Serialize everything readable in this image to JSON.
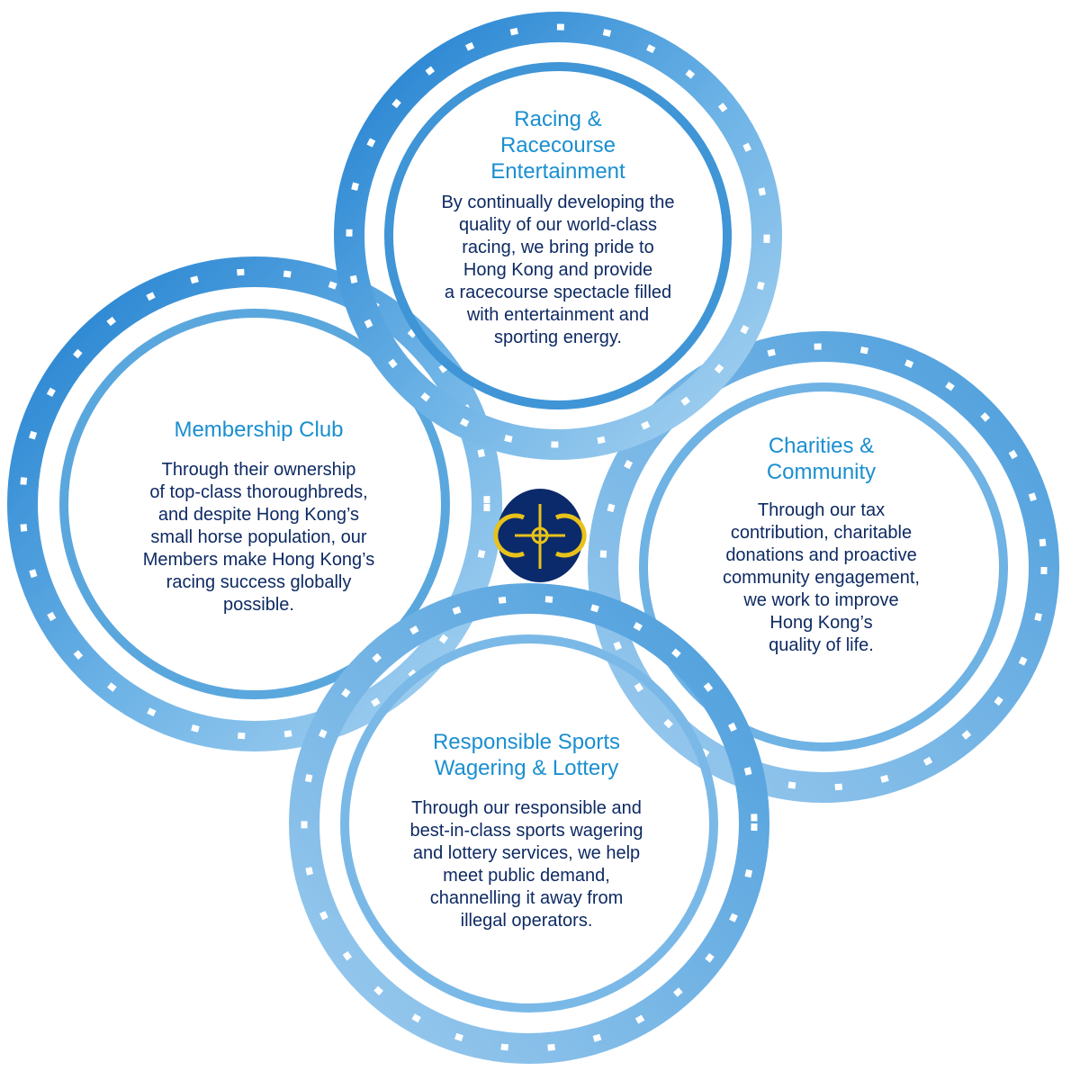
{
  "colors": {
    "ring_light": "#8fc4ea",
    "ring_mid": "#5aa7de",
    "ring_dark": "#2a83cc",
    "title": "#1a8fd0",
    "body": "#0e2a63",
    "emblem_bg": "#0b2a6b",
    "emblem_gold": "#e8c21a"
  },
  "sections": {
    "racing": {
      "title": "Racing &\nRacecourse\nEntertainment",
      "body": "By continually developing the\nquality of our world-class\nracing, we bring pride to\nHong Kong and provide\na racecourse spectacle filled\nwith entertainment and\nsporting energy."
    },
    "membership": {
      "title": "Membership Club",
      "body": "Through their ownership\nof top-class thoroughbreds,\nand despite Hong Kong’s\nsmall horse population, our\nMembers make Hong Kong’s\nracing success globally\npossible."
    },
    "charities": {
      "title": "Charities &\nCommunity",
      "body": "Through our tax\ncontribution, charitable\ndonations and proactive\ncommunity engagement,\nwe work to improve\nHong Kong’s\nquality of life."
    },
    "responsible": {
      "title": "Responsible Sports\nWagering & Lottery",
      "body": "Through our responsible and\nbest-in-class sports wagering\nand lottery services, we help\nmeet public demand,\nchannelling it away from\nillegal operators."
    }
  },
  "emblem": {
    "icon": "club-crest-icon"
  }
}
